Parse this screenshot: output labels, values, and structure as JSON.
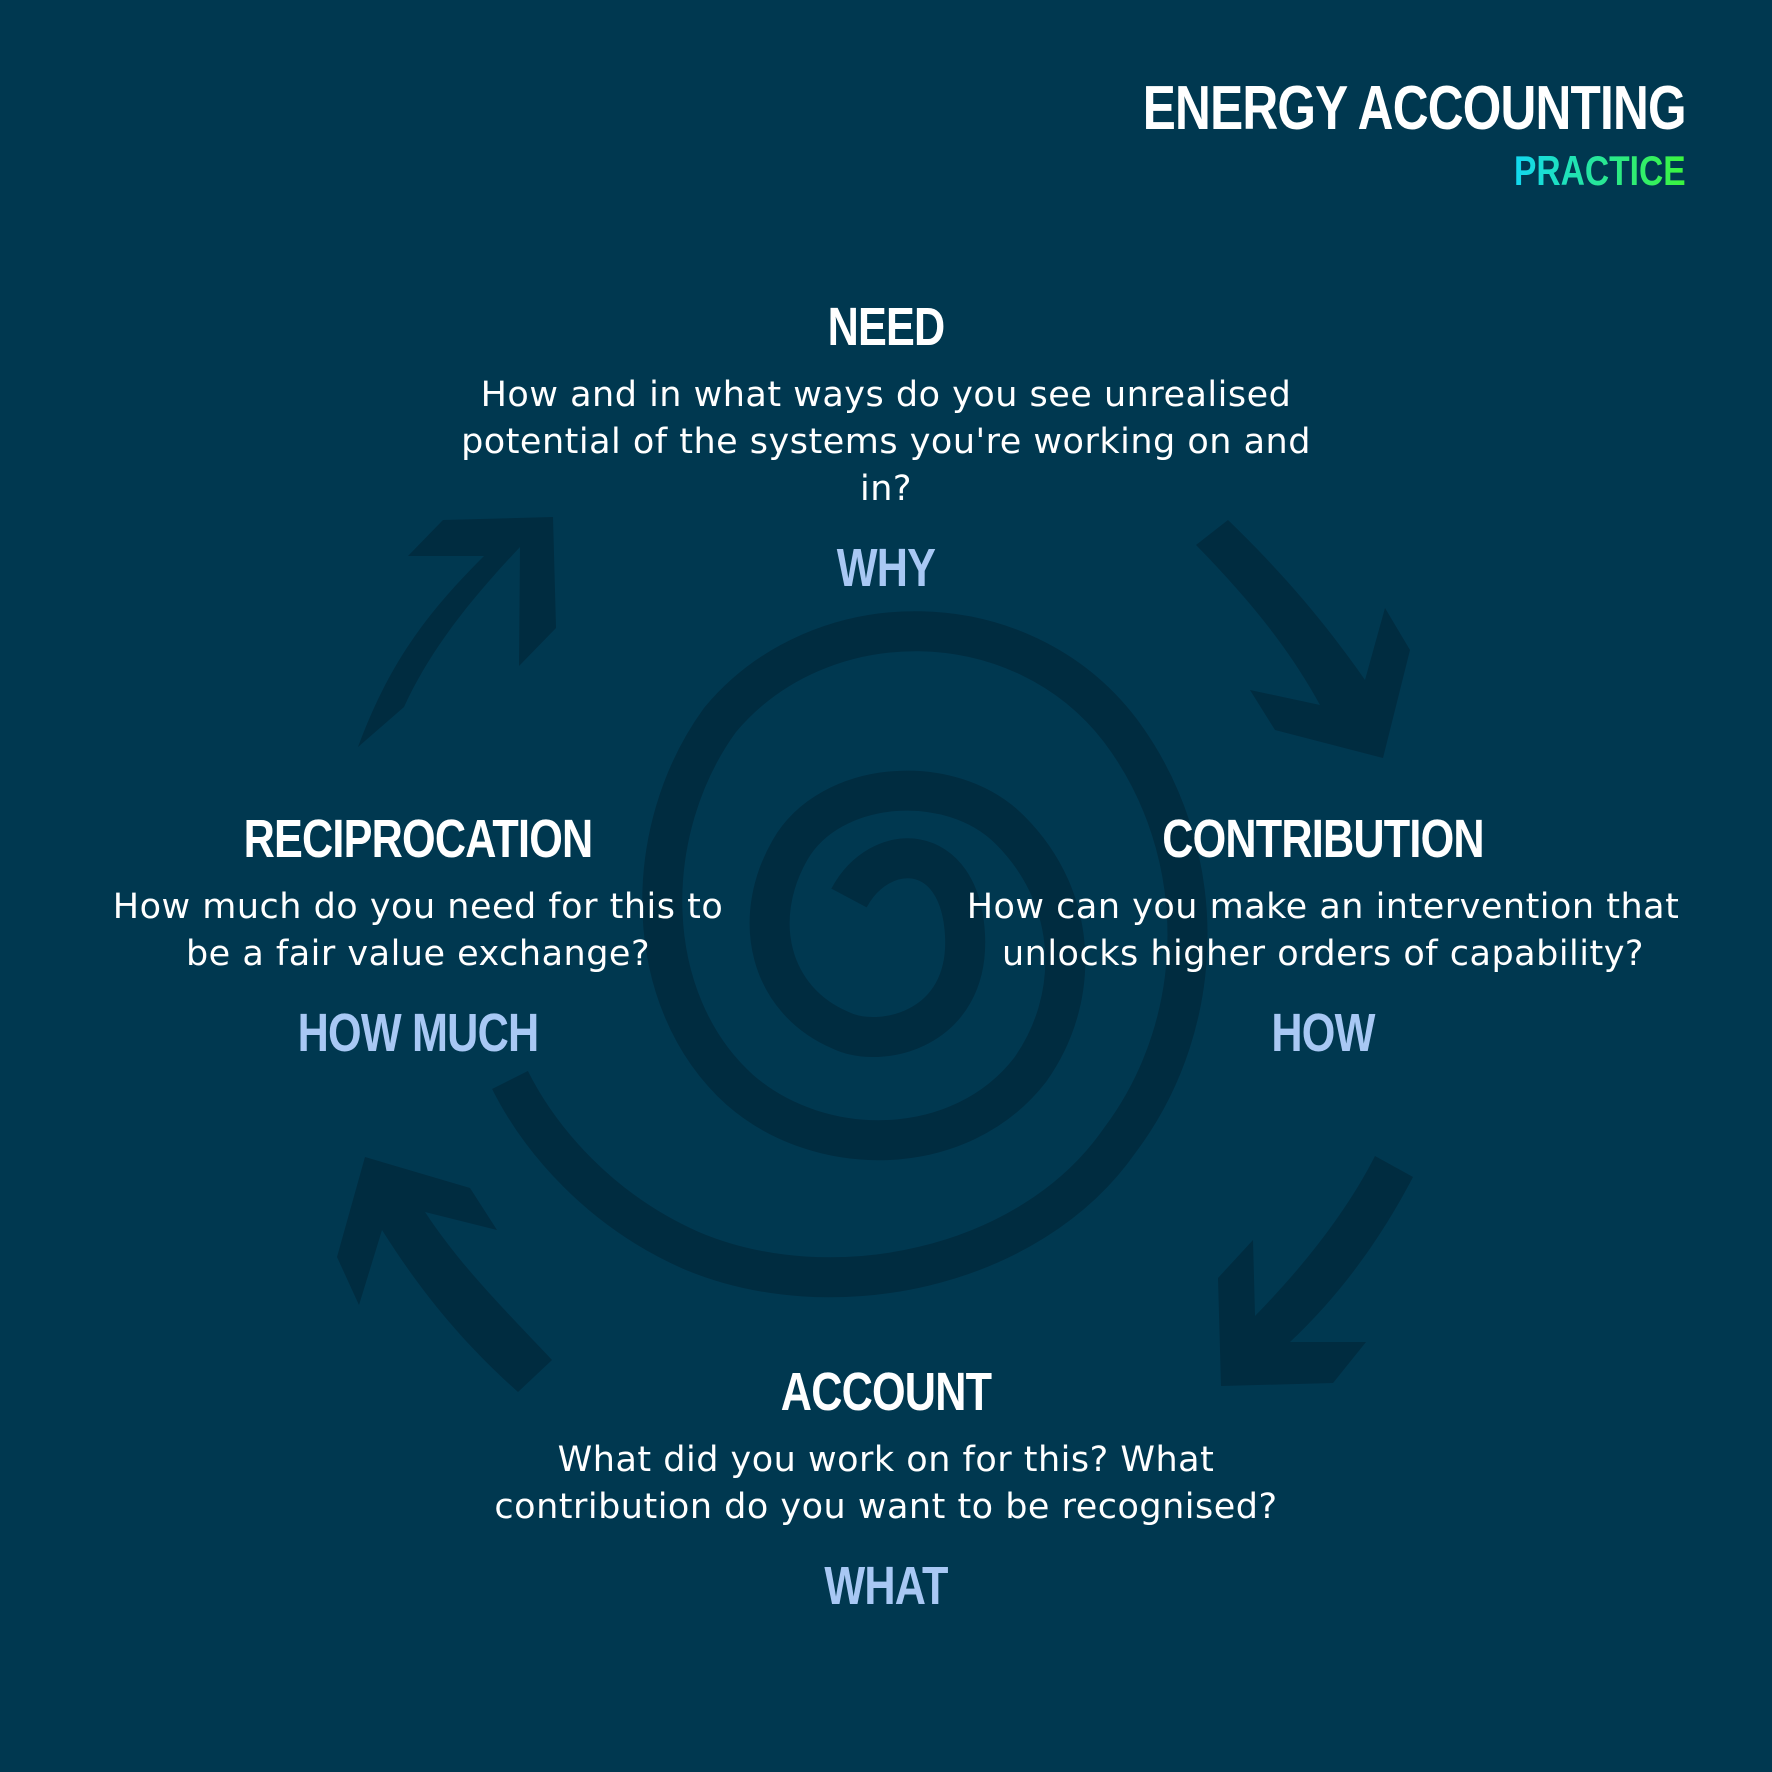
{
  "header": {
    "title": "ENERGY ACCOUNTING",
    "subtitle": "PRACTICE"
  },
  "nodes": {
    "need": {
      "title": "NEED",
      "question_line1": "How and in what ways do you see unrealised",
      "question_line2": "potential of the systems you're working on and in?",
      "tag": "WHY"
    },
    "contribution": {
      "title": "CONTRIBUTION",
      "question_line1": "How can you make an intervention that",
      "question_line2": "unlocks higher orders of capability?",
      "tag": "HOW"
    },
    "account": {
      "title": "ACCOUNT",
      "question_line1": "What did you work on for this? What",
      "question_line2": "contribution do you want to be recognised?",
      "tag": "WHAT"
    },
    "reciprocation": {
      "title": "RECIPROCATION",
      "question_line1": "How much do you need for this to",
      "question_line2": "be a fair value exchange?",
      "tag": "HOW MUCH"
    }
  },
  "colors": {
    "background": "#003850",
    "decoration": "#002c40",
    "title_text": "#ffffff",
    "tag_text": "#a8c8f4",
    "subtitle_gradient_start": "#12d8f2",
    "subtitle_gradient_end": "#3cf53c"
  },
  "icons": [
    "spiral-icon",
    "arrow-icon"
  ]
}
